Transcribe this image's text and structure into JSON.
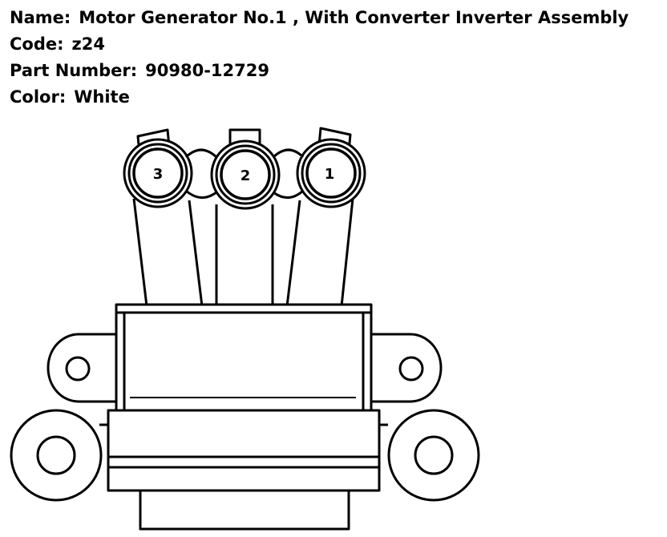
{
  "part": {
    "name_label": "Name:",
    "name_value": "Motor Generator No.1 , With Converter Inverter Assembly",
    "code_label": "Code:",
    "code_value": "z24",
    "part_number_label": "Part Number:",
    "part_number_value": "90980-12729",
    "color_label": "Color:",
    "color_value": "White"
  },
  "connector": {
    "pins": [
      "1",
      "2",
      "3"
    ]
  }
}
